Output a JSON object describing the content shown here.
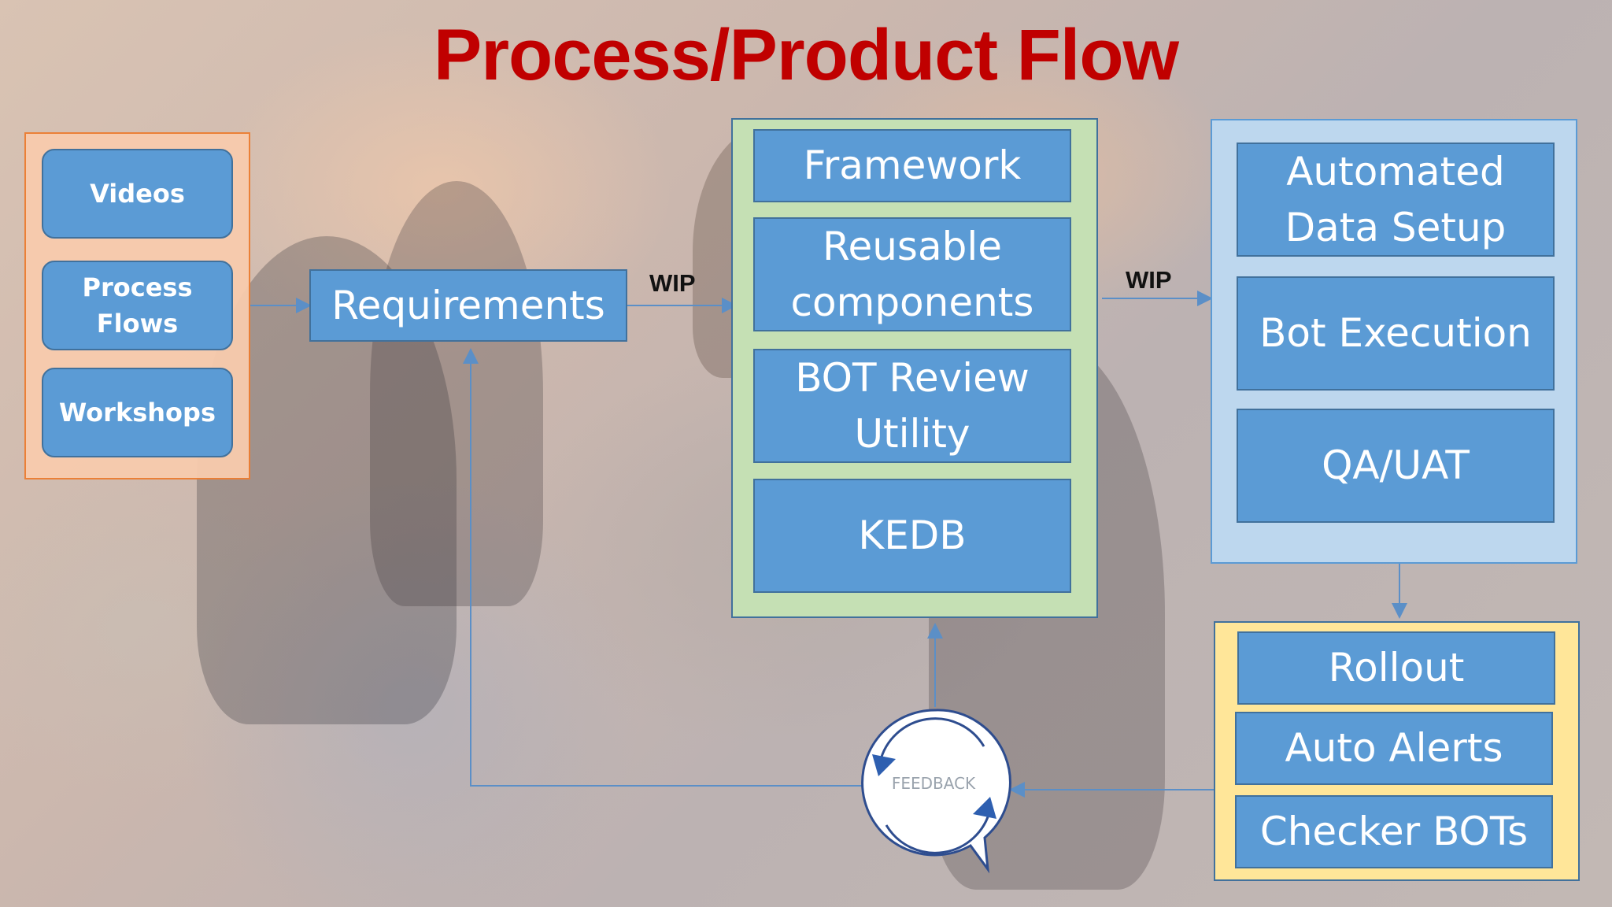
{
  "title": "Process/Product Flow",
  "inputs": {
    "items": [
      "Videos",
      "Process Flows",
      "Workshops"
    ]
  },
  "requirements": "Requirements",
  "wip_label_1": "WIP",
  "wip_label_2": "WIP",
  "build": {
    "items": [
      "Framework",
      "Reusable components",
      "BOT Review Utility",
      "KEDB"
    ]
  },
  "test": {
    "items": [
      "Automated Data Setup",
      "Bot Execution",
      "QA/UAT"
    ]
  },
  "deploy": {
    "items": [
      "Rollout",
      "Auto Alerts",
      "Checker BOTs"
    ]
  },
  "feedback": "FEEDBACK",
  "colors": {
    "title": "#c00000",
    "box": "#5b9bd5",
    "inputs_panel": "#f8cbad",
    "build_panel": "#c5e0b4",
    "test_panel": "#bdd7ee",
    "deploy_panel": "#ffe699"
  }
}
